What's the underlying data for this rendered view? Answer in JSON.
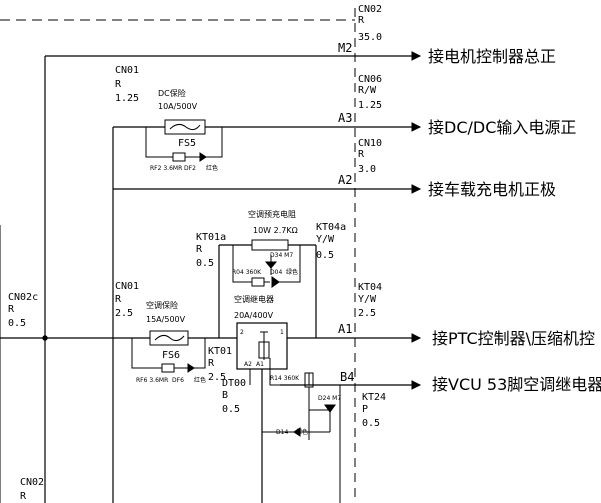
{
  "top_connector": {
    "code": "CN02",
    "color": "R",
    "size": "35.0"
  },
  "m2": {
    "pin": "M2",
    "label": "接电机控制器总正"
  },
  "a3": {
    "pin": "A3",
    "label": "接DC/DC输入电源正",
    "conn": {
      "code": "CN06",
      "color": "R/W",
      "size": "1.25"
    }
  },
  "a2": {
    "pin": "A2",
    "label": "接车载充电机正极",
    "conn": {
      "code": "CN10",
      "color": "R",
      "size": "3.0"
    }
  },
  "a1": {
    "pin": "A1",
    "label": "接PTC控制器\\压缩机控",
    "conn": {
      "code": "KT04",
      "color": "Y/W",
      "size": "2.5"
    }
  },
  "b4": {
    "pin": "B4",
    "label": "接VCU 53脚空调继电器",
    "conn": {
      "code": "KT24",
      "color": "P",
      "size": "0.5"
    }
  },
  "cn01_top": {
    "code": "CN01",
    "color": "R",
    "size": "1.25"
  },
  "fuse_dc": {
    "title": "DC保险",
    "rating": "10A/500V",
    "name": "FS5",
    "res": "RF2 3.6MR",
    "led": "DF2",
    "led_color": "红色"
  },
  "precharge": {
    "title": "空调预充电阻",
    "rating": "10W 2.7KΩ",
    "res": "R04 360K",
    "diode": "D34 M7",
    "led": "D04",
    "led_color": "绿色"
  },
  "kt01a": {
    "code": "KT01a",
    "color": "R",
    "size": "0.5"
  },
  "kt04a": {
    "code": "KT04a",
    "color": "Y/W",
    "size": "0.5"
  },
  "cn02c": {
    "code": "CN02c",
    "color": "R",
    "size": "0.5"
  },
  "cn01_mid": {
    "code": "CN01",
    "color": "R",
    "size": "2.5"
  },
  "fuse_ac": {
    "title": "空调保险",
    "rating": "15A/500V",
    "name": "FS6",
    "res": "RF6 3.6MR",
    "led": "DF6",
    "led_color": "红色"
  },
  "kt01": {
    "code": "KT01",
    "color": "R",
    "size": "2.5"
  },
  "relay": {
    "title": "空调继电器",
    "rating": "20A/400V",
    "pins": [
      "2",
      "1",
      "A2",
      "A1"
    ]
  },
  "dt00": {
    "code": "DT00",
    "color": "B",
    "size": "0.5"
  },
  "relay_aux": {
    "res": "R14 360K",
    "diode": "D24 M7",
    "led": "D14",
    "led_color": "绿色"
  },
  "cn02_bottom": {
    "code": "CN02",
    "color": "R"
  }
}
